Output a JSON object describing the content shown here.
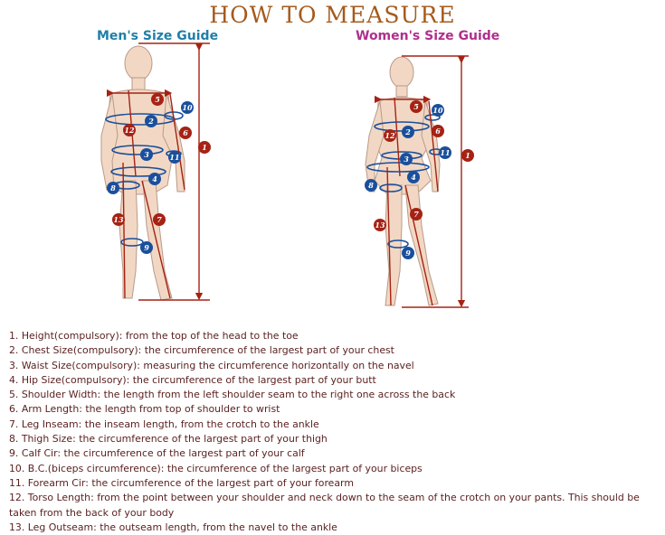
{
  "title": "HOW TO MEASURE",
  "men_label": "Men's Size Guide",
  "women_label": "Women's Size Guide",
  "colors": {
    "title": "#a55a1c",
    "men": "#1f7fa8",
    "women": "#b02f8c",
    "text": "#5a1f1f",
    "badge_blue": "#1a4f9c",
    "badge_red": "#a52214"
  },
  "badges": [
    "1",
    "2",
    "3",
    "4",
    "5",
    "6",
    "7",
    "8",
    "9",
    "10",
    "11",
    "12",
    "13"
  ],
  "items": [
    "1. Height(compulsory): from the top of the head to the toe",
    "2. Chest Size(compulsory): the circumference of the largest part of your chest",
    "3. Waist Size(compulsory): measuring the circumference horizontally on the navel",
    "4. Hip Size(compulsory): the circumference of the largest part of your butt",
    "5. Shoulder Width: the length from the left shoulder seam to the right one across the back",
    "6. Arm Length: the length from top of shoulder to wrist",
    "7. Leg Inseam: the inseam length, from the crotch to the ankle",
    "8. Thigh Size: the circumference of the largest part of your thigh",
    "9. Calf Cir: the circumference of the largest part of your calf",
    "10. B.C.(biceps circumference): the circumference of the largest part of your biceps",
    "11. Forearm Cir: the circumference of the largest part of your forearm",
    "12. Torso Length: from the point between your shoulder and neck down to the seam of the crotch on your pants. This should be taken from the back of your body",
    "13. Leg Outseam: the outseam length, from the navel to the ankle"
  ]
}
